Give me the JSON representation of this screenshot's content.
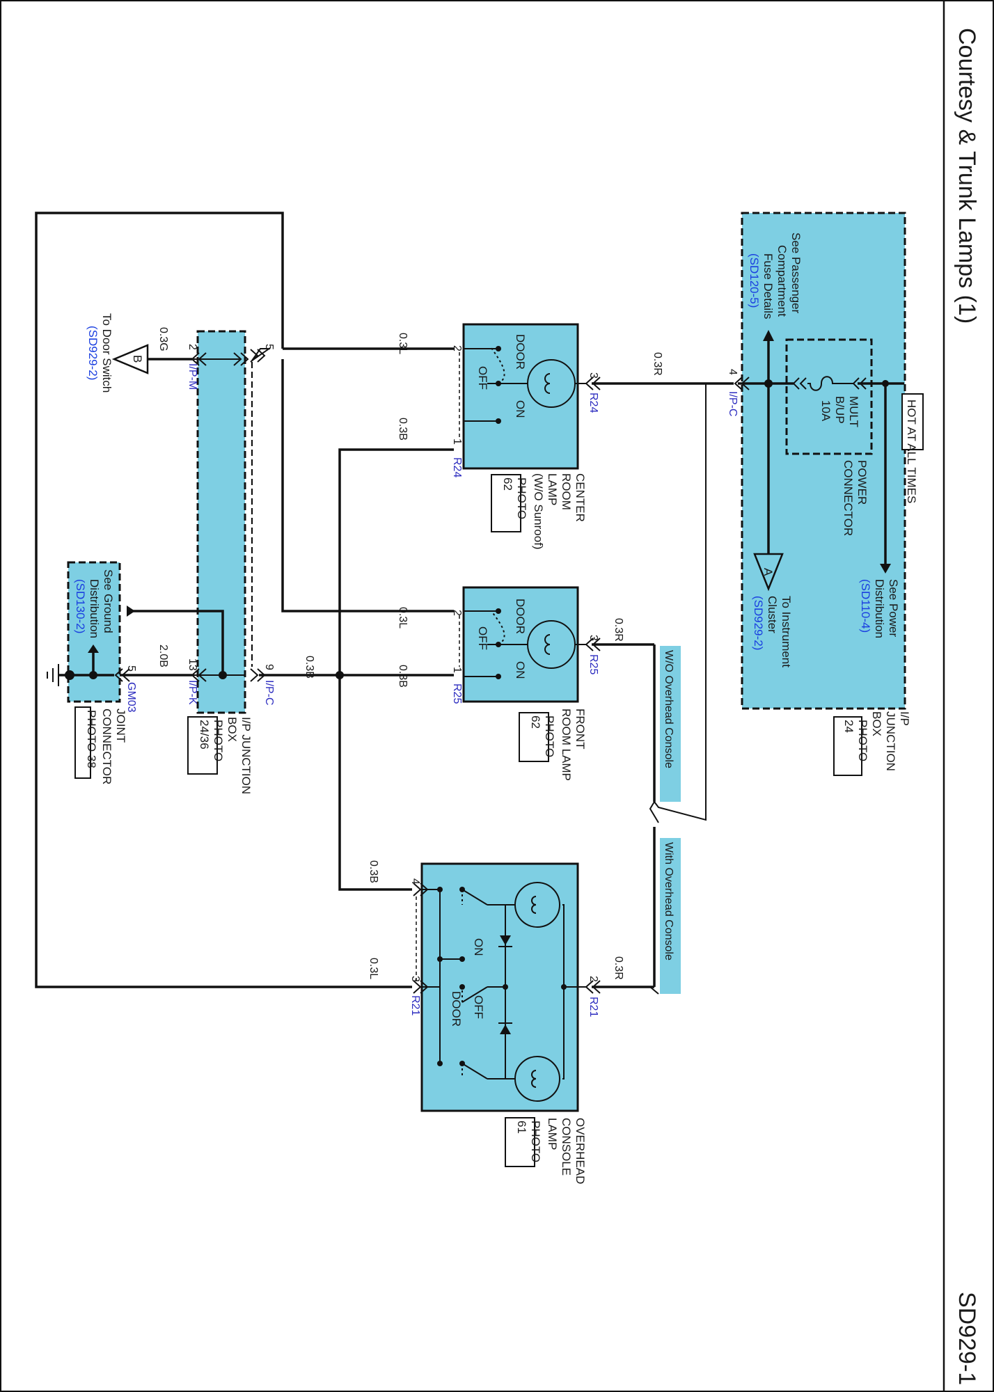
{
  "title": "Courtesy & Trunk Lamps (1)",
  "code": "SD929-1",
  "ipjb": {
    "hot": "HOT AT ALL TIMES",
    "fuse_name_1": "MULT",
    "fuse_name_2": "B/UP",
    "fuse_rating": "10A",
    "power_connector_1": "POWER",
    "power_connector_2": "CONNECTOR",
    "power_dist_1": "See Power",
    "power_dist_2": "Distribution",
    "power_dist_ref": "(SD110-4)",
    "pass_1": "See Passenger",
    "pass_2": "Compartment",
    "pass_3": "Fuse Details",
    "pass_ref": "(SD120-5)",
    "cluster_id": "A",
    "cluster_1": "To Instrument",
    "cluster_2": "Cluster",
    "cluster_ref": "(SD929-2)",
    "caption_1": "I/P",
    "caption_2": "JUNCTION",
    "caption_3": "BOX",
    "photo_1": "PHOTO",
    "photo_2": "24",
    "pin4": "4",
    "ip_c": "I/P-C"
  },
  "center": {
    "door": "DOOR",
    "off": "OFF",
    "on": "ON",
    "pin3": "3",
    "pin2": "2",
    "pin1": "1",
    "conn": "R24",
    "wire_r": "0.3R",
    "wire_l": "0.3L",
    "wire_b": "0.3B",
    "caption_1": "CENTER",
    "caption_2": "ROOM",
    "caption_3": "LAMP",
    "caption_4": "(W/O Sunroof)",
    "photo_1": "PHOTO",
    "photo_2": "62"
  },
  "front": {
    "door": "DOOR",
    "off": "OFF",
    "on": "ON",
    "pin3": "3",
    "pin2": "2",
    "pin1": "1",
    "conn": "R25",
    "wire_r": "0.3R",
    "wire_l": "0.3L",
    "wire_b": "0.3B",
    "caption_1": "FRONT",
    "caption_2": "ROOM LAMP",
    "photo_1": "PHOTO",
    "photo_2": "62"
  },
  "options": {
    "wo_console": "W/O Overhead Console",
    "with_console": "With Overhead Console"
  },
  "overhead": {
    "on": "ON",
    "door": "DOOR",
    "off": "OFF",
    "pin2": "2",
    "pin4": "4",
    "pin3": "3",
    "conn": "R21",
    "wire_r": "0.3R",
    "wire_b": "0.3B",
    "wire_l": "0.3L",
    "caption_1": "OVERHEAD",
    "caption_2": "CONSOLE",
    "caption_3": "LAMP",
    "photo_1": "PHOTO",
    "photo_2": "61"
  },
  "ipstrip": {
    "pin2": "2",
    "ip_m": "I/P-M",
    "pin5": "5",
    "pin9": "9",
    "ip_c": "I/P-C",
    "pin13": "13",
    "ip_k": "I/P-K",
    "wire_b": "0.3B",
    "wire_20b": "2.0B",
    "caption_1": "I/P JUNCTION",
    "caption_2": "BOX",
    "photo_1": "PHOTO",
    "photo_2": "24/36"
  },
  "door": {
    "terminal": "B",
    "wire": "0.3G",
    "line_1": "To Door Switch",
    "ref": "(SD929-2)"
  },
  "joint": {
    "ground_1": "See Ground",
    "ground_2": "Distribution",
    "ground_ref": "(SD130-2)",
    "pin5": "5",
    "gm03": "GM03",
    "caption_1": "JOINT",
    "caption_2": "CONNECTOR",
    "photo": "PHOTO 38"
  },
  "colors": {
    "component_fill": "#7ecfe3",
    "connector_text": "#2b2bbf",
    "reference_text": "#1a3fe0",
    "line": "#111111"
  }
}
